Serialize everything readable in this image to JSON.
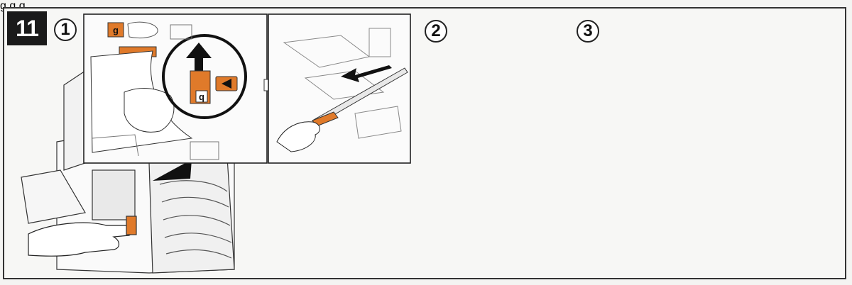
{
  "step_number": "11",
  "substeps": [
    "1",
    "2",
    "3"
  ],
  "labels": {
    "tag_g": "g",
    "tag_q": "q"
  },
  "colors": {
    "accent": "#e07a2a",
    "ink": "#222222",
    "badge_bg": "#1a1a1a"
  },
  "icons": [
    "arrow-up-icon",
    "arrow-left-icon",
    "arrow-right-icon",
    "hand-icon",
    "curved-arrow-icon",
    "box-icon",
    "magnify-circle-icon"
  ]
}
